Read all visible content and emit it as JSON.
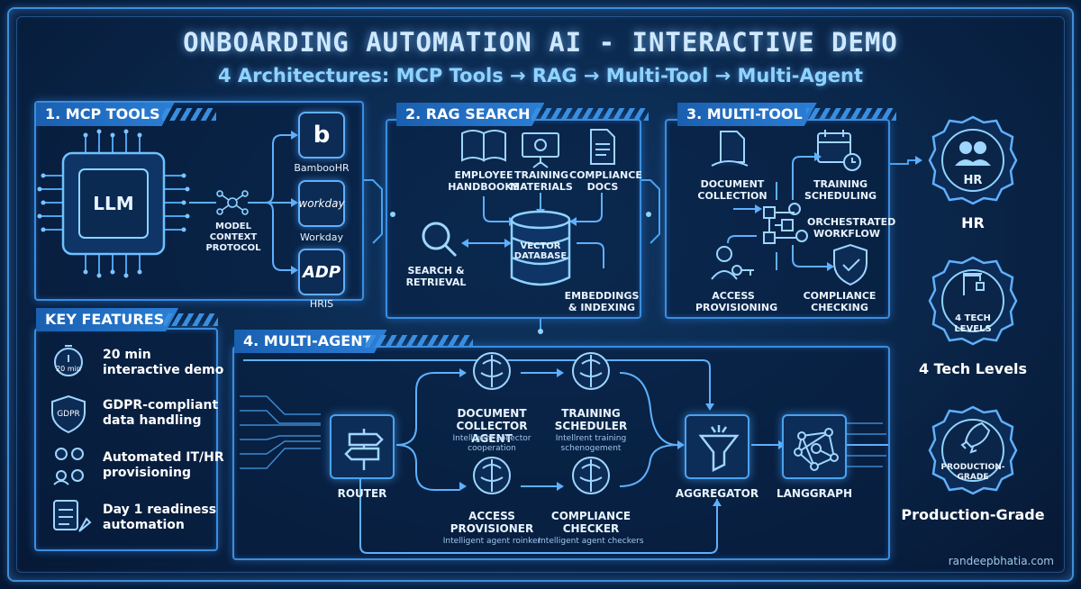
{
  "title": "ONBOARDING AUTOMATION AI - INTERACTIVE DEMO",
  "subtitle": "4 Architectures: MCP Tools → RAG → Multi-Tool → Multi-Agent",
  "panels": {
    "mcp": {
      "tab": "1. MCP TOOLS",
      "llm": "LLM",
      "protocol": "MODEL\nCONTEXT\nPROTOCOL",
      "tools": [
        {
          "name": "BambooHR",
          "logo": "b"
        },
        {
          "name": "Workday",
          "logo": "workday"
        },
        {
          "name": "HRIS",
          "logo": "ADP"
        }
      ]
    },
    "rag": {
      "tab": "2. RAG SEARCH",
      "sources": [
        "EMPLOYEE\nHANDBOOKS",
        "TRAINING\nMATERIALS",
        "COMPLIANCE\nDOCS"
      ],
      "db": "VECTOR\nDATABASE",
      "search": "SEARCH &\nRETRIEVAL",
      "embed": "EMBEDDINGS\n& INDEXING"
    },
    "multitool": {
      "tab": "3. MULTI-TOOL",
      "doc": "DOCUMENT\nCOLLECTION",
      "training": "TRAINING\nSCHEDULING",
      "orchestrated": "ORCHESTRATED\nWORKFLOW",
      "access": "ACCESS\nPROVISIONING",
      "compliance": "COMPLIANCE\nCHECKING"
    },
    "features": {
      "tab": "KEY FEATURES",
      "items": [
        {
          "text": "20 min\ninteractive demo",
          "icon_label": "20 min"
        },
        {
          "text": "GDPR-compliant\ndata handling",
          "icon_label": "GDPR"
        },
        {
          "text": "Automated IT/HR\nprovisioning",
          "icon_label": ""
        },
        {
          "text": "Day 1 readiness\nautomation",
          "icon_label": ""
        }
      ]
    },
    "multiagent": {
      "tab": "4. MULTI-AGENT",
      "router": "ROUTER",
      "agents": [
        {
          "name": "DOCUMENT\nCOLLECTOR AGENT",
          "desc": "Intelligent collector\ncooperation"
        },
        {
          "name": "TRAINING\nSCHEDULER",
          "desc": "Intellrent training\nschenogement"
        },
        {
          "name": "ACCESS\nPROVISIONER",
          "desc": "Intelligent agent roinker"
        },
        {
          "name": "COMPLIANCE\nCHECKER",
          "desc": "Intelligent agent checkers"
        }
      ],
      "aggregator": "AGGREGATOR",
      "langgraph": "LANGGRAPH"
    }
  },
  "badges": [
    {
      "inner": "HR",
      "label": "HR"
    },
    {
      "inner": "4 TECH\nLEVELS",
      "label": "4 Tech Levels"
    },
    {
      "inner": "PRODUCTION-\nGRADE",
      "label": "Production-Grade"
    }
  ],
  "watermark": "randeepbhatia.com",
  "colors": {
    "accent": "#3a8ee0",
    "glow": "#5fb0ff",
    "background": "#0a2548"
  }
}
